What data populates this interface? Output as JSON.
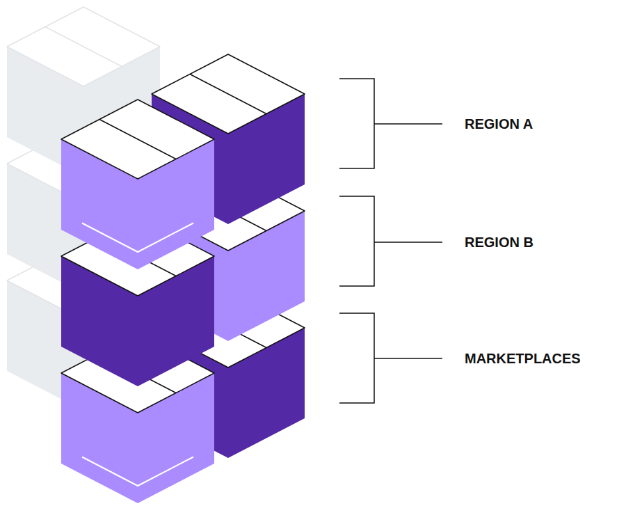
{
  "diagram": {
    "labels": [
      "REGION A",
      "REGION B",
      "MARKETPLACES"
    ]
  }
}
